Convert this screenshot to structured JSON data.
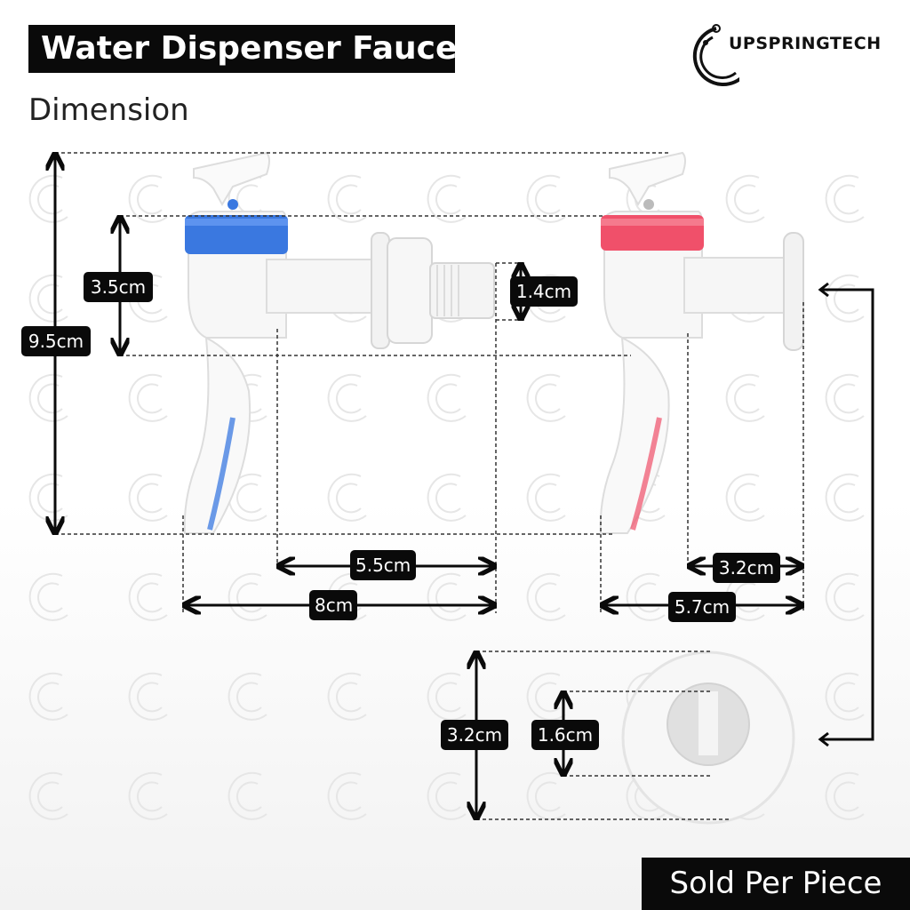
{
  "title": "Water Dispenser Faucet",
  "subtitle": "Dimension",
  "brand": {
    "name": "UPSPRINGTECH",
    "logo_icon": "crescent-circuit-logo"
  },
  "watermark": "iC",
  "measurements": {
    "total_height": "9.5cm",
    "body_height": "3.5cm",
    "nozzle_diameter": "1.4cm",
    "inner_length": "5.5cm",
    "total_length_blue": "8cm",
    "flange_length": "3.2cm",
    "total_length_red": "5.7cm",
    "flange_diameter": "3.2cm",
    "inner_diameter": "1.6cm"
  },
  "footer": "Sold Per Piece",
  "colors": {
    "cold_tap": "#3a78e0",
    "hot_tap": "#f0506a",
    "label_bg": "#0a0a0a"
  }
}
